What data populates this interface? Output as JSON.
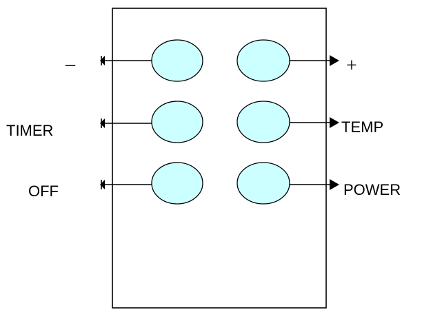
{
  "colors": {
    "button_fill": "#CCFFFF",
    "outline": "#000000",
    "background": "#FFFFFF"
  },
  "remote": {
    "left_labels": {
      "minus": "–",
      "timer": "TIMER",
      "off": "OFF"
    },
    "right_labels": {
      "plus": "+",
      "temp": "TEMP",
      "power": "POWER"
    }
  }
}
